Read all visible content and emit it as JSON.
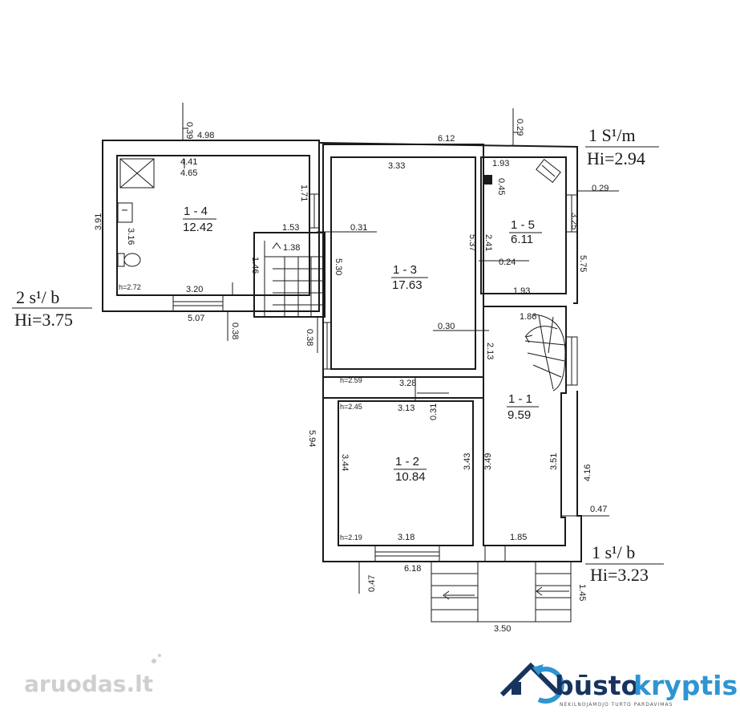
{
  "rooms": [
    {
      "id": "1 - 4",
      "area": "12.42"
    },
    {
      "id": "1 - 3",
      "area": "17.63"
    },
    {
      "id": "1 - 5",
      "area": "6.11"
    },
    {
      "id": "1 - 1",
      "area": "9.59"
    },
    {
      "id": "1 - 2",
      "area": "10.84"
    }
  ],
  "levels": [
    {
      "label": "1 S¹/m",
      "hi": "Hi=2.94"
    },
    {
      "label": "2 s¹/ b",
      "hi": "Hi=3.75"
    },
    {
      "label": "1 s¹/ b",
      "hi": "Hi=3.23"
    }
  ],
  "dims": [
    "0.39",
    "4.98",
    "6.12",
    "0.29",
    "4.41",
    "4.65",
    "3.33",
    "1.93",
    "0.45",
    "0.29",
    "1.71",
    "3.91",
    "3.16",
    "1.53",
    "0.31",
    "1.38",
    "1.46",
    "5.30",
    "5.37",
    "2.41",
    "0.24",
    "3.25",
    "5.75",
    "1.93",
    "h=2.72",
    "3.20",
    "5.07",
    "0.38",
    "0.38",
    "1.86",
    "0.30",
    "2.13",
    "h=2.59",
    "3.28",
    "h=2.45",
    "3.13",
    "0.31",
    "5.94",
    "3.44",
    "3.43",
    "3.49",
    "3.51",
    "4.16",
    "0.47",
    "h=2.19",
    "3.18",
    "1.85",
    "6.18",
    "0.47",
    "1.45",
    "3.50"
  ],
  "watermark": "aruodas.lt",
  "brand": {
    "part1": "būsto",
    "part2": "kryptis",
    "tagline": "NEKILNOJAMOJO TURTO PARDAVIMAS",
    "color_dark": "#17345e",
    "color_light": "#2f95d2"
  }
}
